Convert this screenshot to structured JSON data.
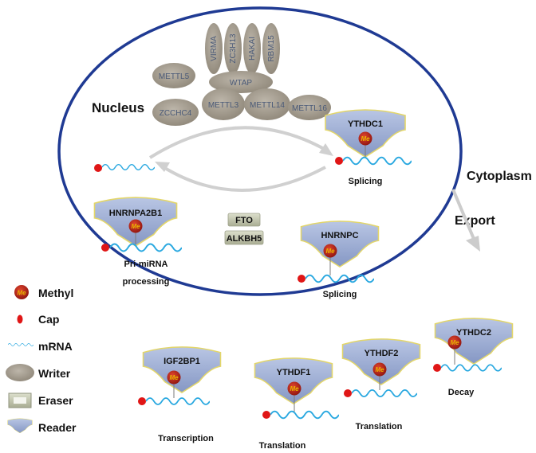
{
  "compartments": {
    "nucleus": "Nucleus",
    "cytoplasm": "Cytoplasm",
    "export": "Export"
  },
  "writers": {
    "vertical": [
      "VIRMA",
      "ZC3H13",
      "HAKAI",
      "RBM15"
    ],
    "wtap": "WTAP",
    "mettl5": "METTL5",
    "zcchc4": "ZCCHC4",
    "mettl3": "METTL3",
    "mettl14": "METTL14",
    "mettl16": "METTL16"
  },
  "erasers": [
    "FTO",
    "ALKBH5"
  ],
  "readers": {
    "ythdc1": {
      "name": "YTHDC1",
      "label": "Splicing"
    },
    "hnrnpa2b1": {
      "name": "HNRNPA2B1",
      "label_line1": "Pri-miRNA",
      "label_line2": "processing"
    },
    "hnrnpc": {
      "name": "HNRNPC",
      "label": "Splicing"
    },
    "igf2bp1": {
      "name": "IGF2BP1",
      "label": "Transcription"
    },
    "ythdf1": {
      "name": "YTHDF1",
      "label": "Translation"
    },
    "ythdf2": {
      "name": "YTHDF2",
      "label": "Translation"
    },
    "ythdc2": {
      "name": "YTHDC2",
      "label": "Decay"
    }
  },
  "methyl_mark": "Me",
  "legend": {
    "methyl": "Methyl",
    "cap": "Cap",
    "mrna": "mRNA",
    "writer": "Writer",
    "eraser": "Eraser",
    "reader": "Reader"
  },
  "colors": {
    "nucleus_border": "#1f3a93",
    "writer_fill": "#a59d8f",
    "reader_fill": "#9eaed2",
    "reader_border": "#e3d66a",
    "eraser_fill": "#c8cbb4",
    "methyl_fill": "#c0201a",
    "cap_fill": "#e01616",
    "mrna_stroke": "#29a8e0",
    "arrow": "#cccccc"
  }
}
